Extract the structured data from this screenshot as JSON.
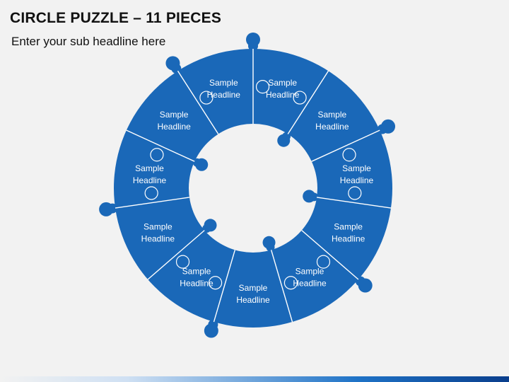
{
  "slide": {
    "title": "CIRCLE PUZZLE – 11 PIECES",
    "subtitle": "Enter your sub headline here"
  },
  "colors": {
    "background": "#f2f2f2",
    "piece_fill": "#1a68b8",
    "piece_stroke": "#ffffff",
    "label": "#ffffff"
  },
  "pieces": [
    {
      "line1": "Sample",
      "line2": "Headline"
    },
    {
      "line1": "Sample",
      "line2": "Headline"
    },
    {
      "line1": "Sample",
      "line2": "Headline"
    },
    {
      "line1": "Sample",
      "line2": "Headline"
    },
    {
      "line1": "Sample",
      "line2": "Headline"
    },
    {
      "line1": "Sample",
      "line2": "Headline"
    },
    {
      "line1": "Sample",
      "line2": "Headline"
    },
    {
      "line1": "Sample",
      "line2": "Headline"
    },
    {
      "line1": "Sample",
      "line2": "Headline"
    },
    {
      "line1": "Sample",
      "line2": "Headline"
    },
    {
      "line1": "Sample",
      "line2": "Headline"
    }
  ]
}
